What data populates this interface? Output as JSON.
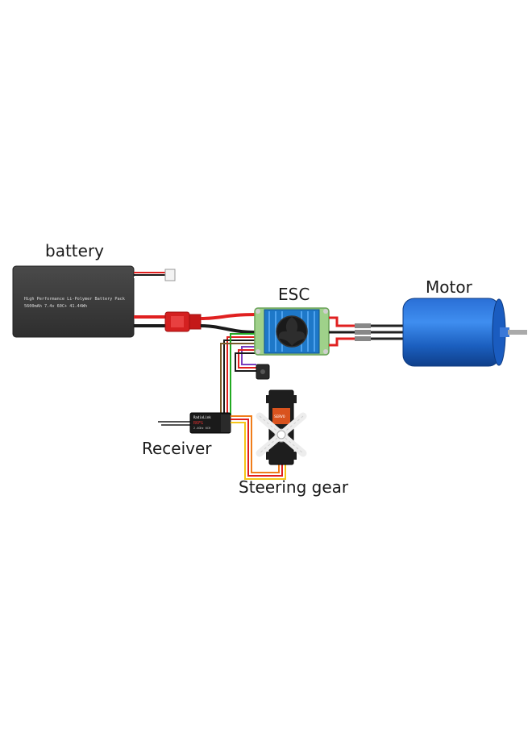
{
  "labels": {
    "battery": "battery",
    "esc": "ESC",
    "motor": "Motor",
    "receiver": "Receiver",
    "steering": "Steering gear"
  },
  "battery_text": {
    "line1": "High Performance Li-Polymer Battery Pack",
    "line2": "5600mAh 7.4v 60C+ 41.44Wh"
  },
  "receiver_text": {
    "brand": "RadioLink",
    "model": "R6FG",
    "sub": "2.4GHz 6CH"
  },
  "servo_text": {
    "label": "SERVO"
  },
  "colors": {
    "battery_body": "#3a3a3a",
    "connector": "#d42020",
    "esc_heatsink": "#1e78c8",
    "motor_body": "#1b5fbf",
    "wire_red": "#e02020",
    "wire_black": "#1a1a1a",
    "servo_orange": "#f07d1a",
    "servo_yellow": "#f5c518"
  }
}
